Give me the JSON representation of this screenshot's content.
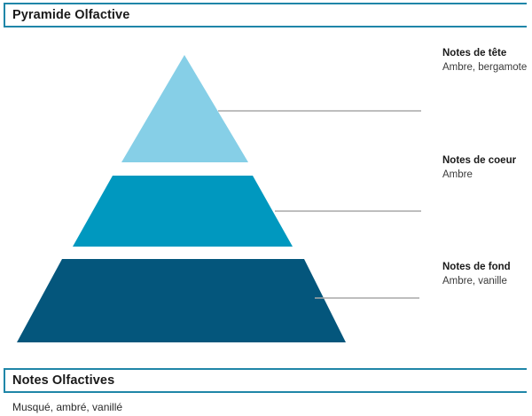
{
  "sections": {
    "pyramid": {
      "title": "Pyramide Olfactive"
    },
    "notes": {
      "title": "Notes Olfactives",
      "body": "Musqué, ambré, vanillé"
    }
  },
  "pyramid_tiers": [
    {
      "title": "Notes de tête",
      "notes": "Ambre, bergamote",
      "color": "#86CFE7"
    },
    {
      "title": "Notes de coeur",
      "notes": "Ambre",
      "color": "#0098BF"
    },
    {
      "title": "Notes de fond",
      "notes": "Ambre, vanille",
      "color": "#04567C"
    }
  ],
  "colors": {
    "accent_rule": "#1F86A8",
    "leader_line": "#A8A8A8",
    "text_primary": "#1A1A1A",
    "text_secondary": "#3A3A3A",
    "background": "#FFFFFF"
  }
}
